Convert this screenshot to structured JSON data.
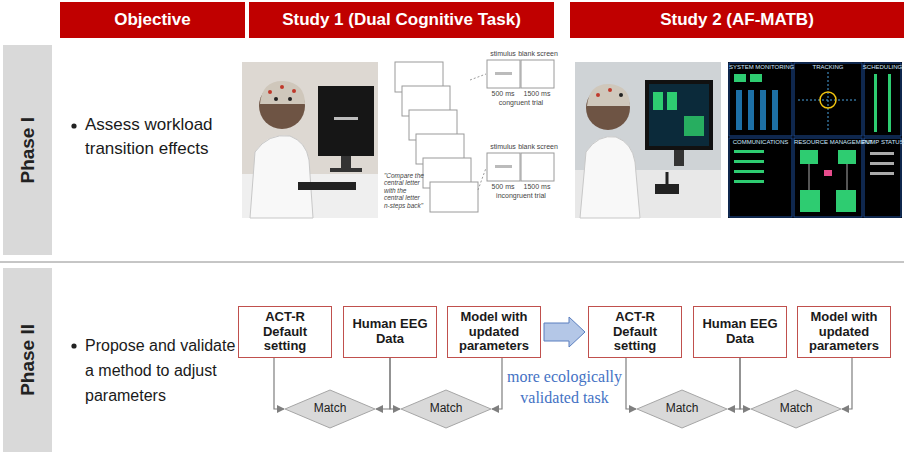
{
  "diagram": {
    "nodes": [
      {
        "text": [
          "Objective"
        ]
      },
      {
        "text": [
          "Study 1 (Dual Cognitive Task)"
        ]
      },
      {
        "text": [
          "Study 2 (AF-MATB)"
        ]
      },
      {
        "text": [
          "Phase I"
        ]
      },
      {
        "text": [
          "Phase II"
        ]
      },
      {
        "text": [
          "ACT-R Default setting"
        ]
      },
      {
        "text": [
          "Human EEG Data"
        ]
      },
      {
        "text": [
          "Model with updated parameters"
        ]
      },
      {
        "text": [
          "Match"
        ]
      },
      {
        "text": [
          "Match"
        ]
      },
      {
        "text": [
          "ACT-R Default setting"
        ]
      },
      {
        "text": [
          "Human EEG Data"
        ]
      },
      {
        "text": [
          "Model with updated parameters"
        ]
      },
      {
        "text": [
          "Match"
        ]
      },
      {
        "text": [
          "Match"
        ]
      }
    ],
    "edges": [
      {
        "from": 5,
        "to": 8,
        "arrow": "to"
      },
      {
        "from": 6,
        "to": 8,
        "arrow": "to"
      },
      {
        "from": 6,
        "to": 9,
        "arrow": "to"
      },
      {
        "from": 7,
        "to": 9,
        "arrow": "to"
      },
      {
        "from": 7,
        "to": 10,
        "label": "more ecologically validated task",
        "arrow": "to"
      },
      {
        "from": 10,
        "to": 13,
        "arrow": "to"
      },
      {
        "from": 11,
        "to": 13,
        "arrow": "to"
      },
      {
        "from": 11,
        "to": 14,
        "arrow": "to"
      },
      {
        "from": 12,
        "to": 14,
        "arrow": "to"
      }
    ],
    "labels": [
      "Assess workload transition effects",
      "Propose and validate a method to adjust parameters",
      "stimulus",
      "blank screen",
      "500 ms",
      "1500 ms",
      "congruent trial",
      "\"Compare the central letter with the central letter n-steps back\"",
      "stimulus",
      "blank screen",
      "500 ms",
      "1500 ms",
      "incongruent trial",
      "SYSTEM MONITORING",
      "TRACKING",
      "SCHEDULING",
      "COMMUNICATIONS",
      "RESOURCE MANAGEMENT",
      "PUMP STATUS"
    ]
  }
}
